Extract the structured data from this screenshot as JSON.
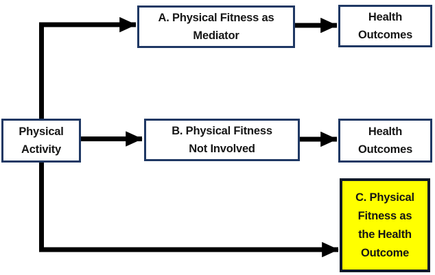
{
  "diagram": {
    "nodes": {
      "physical_activity": {
        "lines": [
          "Physical",
          "Activity"
        ]
      },
      "path_a": {
        "lines": [
          "A. Physical Fitness as",
          "Mediator"
        ]
      },
      "health_outcomes_a": {
        "lines": [
          "Health",
          "Outcomes"
        ]
      },
      "path_b": {
        "lines": [
          "B. Physical Fitness",
          "Not Involved"
        ]
      },
      "health_outcomes_b": {
        "lines": [
          "Health",
          "Outcomes"
        ]
      },
      "path_c": {
        "lines": [
          "C. Physical",
          "Fitness as",
          "the Health",
          "Outcome"
        ],
        "highlighted": true
      }
    },
    "connections": [
      {
        "from": "Physical Activity",
        "to": "A. Physical Fitness as Mediator"
      },
      {
        "from": "A. Physical Fitness as Mediator",
        "to": "Health Outcomes"
      },
      {
        "from": "Physical Activity",
        "to": "B. Physical Fitness Not Involved"
      },
      {
        "from": "B. Physical Fitness Not Involved",
        "to": "Health Outcomes"
      },
      {
        "from": "Physical Activity",
        "to": "C. Physical Fitness as the Health Outcome"
      }
    ],
    "colors": {
      "box_border": "#1f3864",
      "highlight_fill": "#ffff00",
      "highlight_border": "#101a29",
      "arrow": "#000000",
      "text": "#161616",
      "background": "#ffffff"
    }
  }
}
